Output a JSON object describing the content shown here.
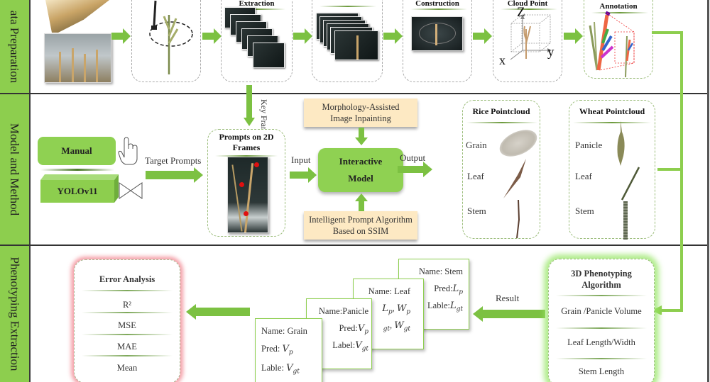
{
  "lanes": [
    {
      "label": "ata Preparation"
    },
    {
      "label": "Model and Method"
    },
    {
      "label": "Phenotyping Extraction"
    }
  ],
  "data_preparation": {
    "steps": [
      {
        "title": "",
        "image": "rice-plant-and-greenhouse-photo"
      },
      {
        "title": "",
        "image": "camera-on-stand-and-rice-panicle"
      },
      {
        "title": "Extraction",
        "image": "stacked-video-frames"
      },
      {
        "title": "",
        "image": "stacked-filtered-frames"
      },
      {
        "title": "Construction",
        "image": "reconstruction-photo"
      },
      {
        "title": "Cloud Point",
        "image": "xyz-axes-cube-with-plant"
      },
      {
        "title": "Annotation",
        "image": "colored-annotated-panicle"
      }
    ],
    "axes": {
      "z": "Z",
      "x": "x",
      "y": "y"
    },
    "key_frames_label": "Key Frames"
  },
  "model_and_method": {
    "manual_label": "Manual",
    "yolo_label": "YOLOv11",
    "target_prompts_label": "Target Prompts",
    "prompts_box_title": "Prompts on 2D Frames",
    "input_label": "Input",
    "inpainting_label": "Morphology-Assisted Image Inpainting",
    "interactive_model_line1": "Interactive",
    "interactive_model_line2": "Model",
    "ssim_label": "Intelligent Prompt Algorithm Based on SSIM",
    "output_label": "Output",
    "rice": {
      "title": "Rice Pointcloud",
      "parts": [
        "Grain",
        "Leaf",
        "Stem"
      ]
    },
    "wheat": {
      "title": "Wheat Pointcloud",
      "parts": [
        "Panicle",
        "Leaf",
        "Stem"
      ]
    }
  },
  "phenotyping": {
    "error_analysis": {
      "title": "Error Analysis",
      "metrics": [
        "R²",
        "MSE",
        "MAE",
        "Mean"
      ]
    },
    "result_label": "Result",
    "algorithm": {
      "title_line1": "3D Phenotyping",
      "title_line2": "Algorithm",
      "traits": [
        "Grain /Panicle Volume",
        "Leaf Length/Width",
        "Stem Length"
      ]
    },
    "cards": {
      "grain": {
        "name": "Name: Grain",
        "pred_prefix": "Pred: ",
        "pred_var": "V",
        "pred_sub": "p",
        "label_prefix": "Lable: ",
        "label_var": "V",
        "label_sub": "gt"
      },
      "panicle": {
        "name": "Name:Panicle",
        "pred_prefix": "Pred:",
        "pred_var": "V",
        "pred_sub": "p",
        "label_prefix": "Label:",
        "label_var": "V",
        "label_sub": "gt"
      },
      "leaf": {
        "name": "Name: Leaf",
        "pred_var1": "L",
        "pred_sub1": "p",
        "pred_var2": "W",
        "pred_sub2": "p",
        "label_sub1": "gt",
        "label_var2": "W",
        "label_sub2": "gt"
      },
      "stem": {
        "name": "Name: Stem",
        "pred_prefix": "Pred:",
        "pred_var": "L",
        "pred_sub": "p",
        "label_prefix": "Lable:",
        "label_var": "L",
        "label_sub": "gt"
      }
    }
  },
  "colors": {
    "accent_green": "#8dce4e",
    "arrow_green": "#7cc142",
    "cream": "#fde9c3",
    "error_glow": "#f0828c"
  }
}
